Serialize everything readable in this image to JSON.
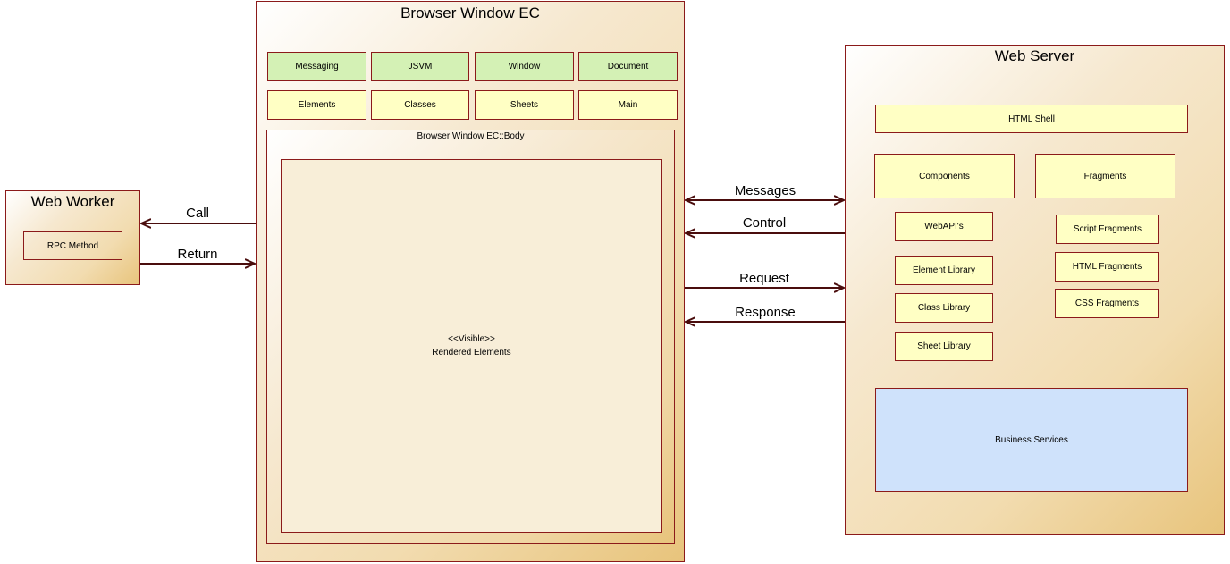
{
  "browser_window": {
    "title": "Browser Window EC",
    "top_row": [
      "Messaging",
      "JSVM",
      "Window",
      "Document"
    ],
    "second_row": [
      "Elements",
      "Classes",
      "Sheets",
      "Main"
    ],
    "body": {
      "title": "Browser Window EC::Body",
      "visible_stereotype": "<<Visible>>",
      "visible_label": "Rendered Elements"
    }
  },
  "web_worker": {
    "title": "Web Worker",
    "method": "RPC Method"
  },
  "web_server": {
    "title": "Web Server",
    "html_shell": "HTML Shell",
    "components": "Components",
    "fragments": "Fragments",
    "webapis": "WebAPI's",
    "element_library": "Element Library",
    "class_library": "Class Library",
    "sheet_library": "Sheet Library",
    "script_fragments": "Script Fragments",
    "html_fragments": "HTML Fragments",
    "css_fragments": "CSS Fragments",
    "business_services": "Business Services"
  },
  "connections": {
    "call": "Call",
    "return": "Return",
    "messages": "Messages",
    "control": "Control",
    "request": "Request",
    "response": "Response"
  },
  "colors": {
    "border": "#8b1a1a",
    "arrow": "#4a0d0d",
    "green_box": "#d4f1b5",
    "yellow_box": "#ffffc4",
    "blue_box": "#cfe2fb"
  }
}
